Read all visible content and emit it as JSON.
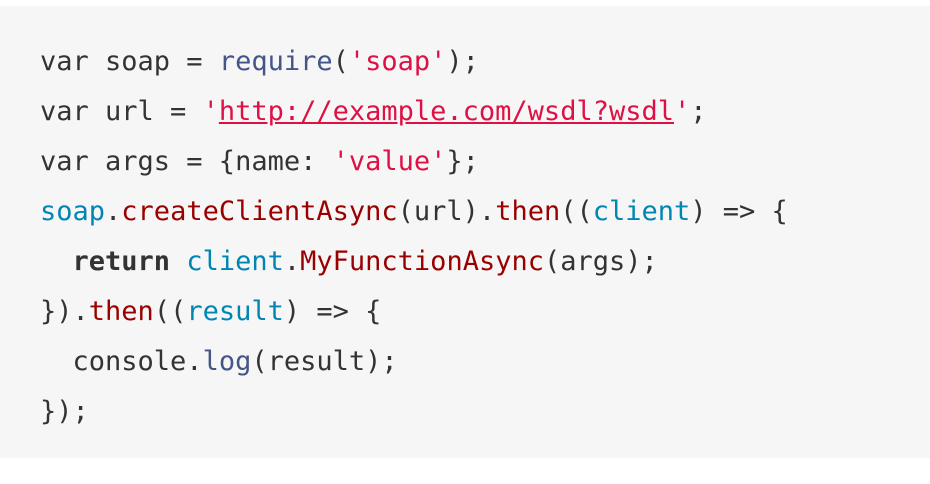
{
  "colors": {
    "background": "#f6f6f6",
    "plain": "#333333",
    "string": "#dd1144",
    "function": "#445588",
    "identifier": "#0086b3",
    "method": "#990000",
    "keyword": "#333333"
  },
  "code_lines": [
    [
      {
        "text": "var soap = ",
        "cls": "plain"
      },
      {
        "text": "require",
        "cls": "function"
      },
      {
        "text": "(",
        "cls": "plain"
      },
      {
        "text": "'soap'",
        "cls": "string"
      },
      {
        "text": ");",
        "cls": "plain"
      }
    ],
    [
      {
        "text": "var url = ",
        "cls": "plain"
      },
      {
        "text": "'",
        "cls": "string"
      },
      {
        "text": "http://example.com/wsdl?wsdl",
        "cls": "string",
        "url": true
      },
      {
        "text": "'",
        "cls": "string"
      },
      {
        "text": ";",
        "cls": "plain"
      }
    ],
    [
      {
        "text": "var args = {name: ",
        "cls": "plain"
      },
      {
        "text": "'value'",
        "cls": "string"
      },
      {
        "text": "};",
        "cls": "plain"
      }
    ],
    [
      {
        "text": "soap",
        "cls": "identifier"
      },
      {
        "text": ".",
        "cls": "plain"
      },
      {
        "text": "createClientAsync",
        "cls": "method"
      },
      {
        "text": "(url).",
        "cls": "plain"
      },
      {
        "text": "then",
        "cls": "method"
      },
      {
        "text": "((",
        "cls": "plain"
      },
      {
        "text": "client",
        "cls": "identifier"
      },
      {
        "text": ") => {",
        "cls": "plain"
      }
    ],
    [
      {
        "text": "  ",
        "cls": "plain"
      },
      {
        "text": "return",
        "cls": "keyword",
        "bold": true
      },
      {
        "text": " ",
        "cls": "plain"
      },
      {
        "text": "client",
        "cls": "identifier"
      },
      {
        "text": ".",
        "cls": "plain"
      },
      {
        "text": "MyFunctionAsync",
        "cls": "method"
      },
      {
        "text": "(args);",
        "cls": "plain"
      }
    ],
    [
      {
        "text": "}).",
        "cls": "plain"
      },
      {
        "text": "then",
        "cls": "method"
      },
      {
        "text": "((",
        "cls": "plain"
      },
      {
        "text": "result",
        "cls": "identifier"
      },
      {
        "text": ") => {",
        "cls": "plain"
      }
    ],
    [
      {
        "text": "  console.",
        "cls": "plain"
      },
      {
        "text": "log",
        "cls": "function"
      },
      {
        "text": "(result);",
        "cls": "plain"
      }
    ],
    [
      {
        "text": "});",
        "cls": "plain"
      }
    ]
  ]
}
